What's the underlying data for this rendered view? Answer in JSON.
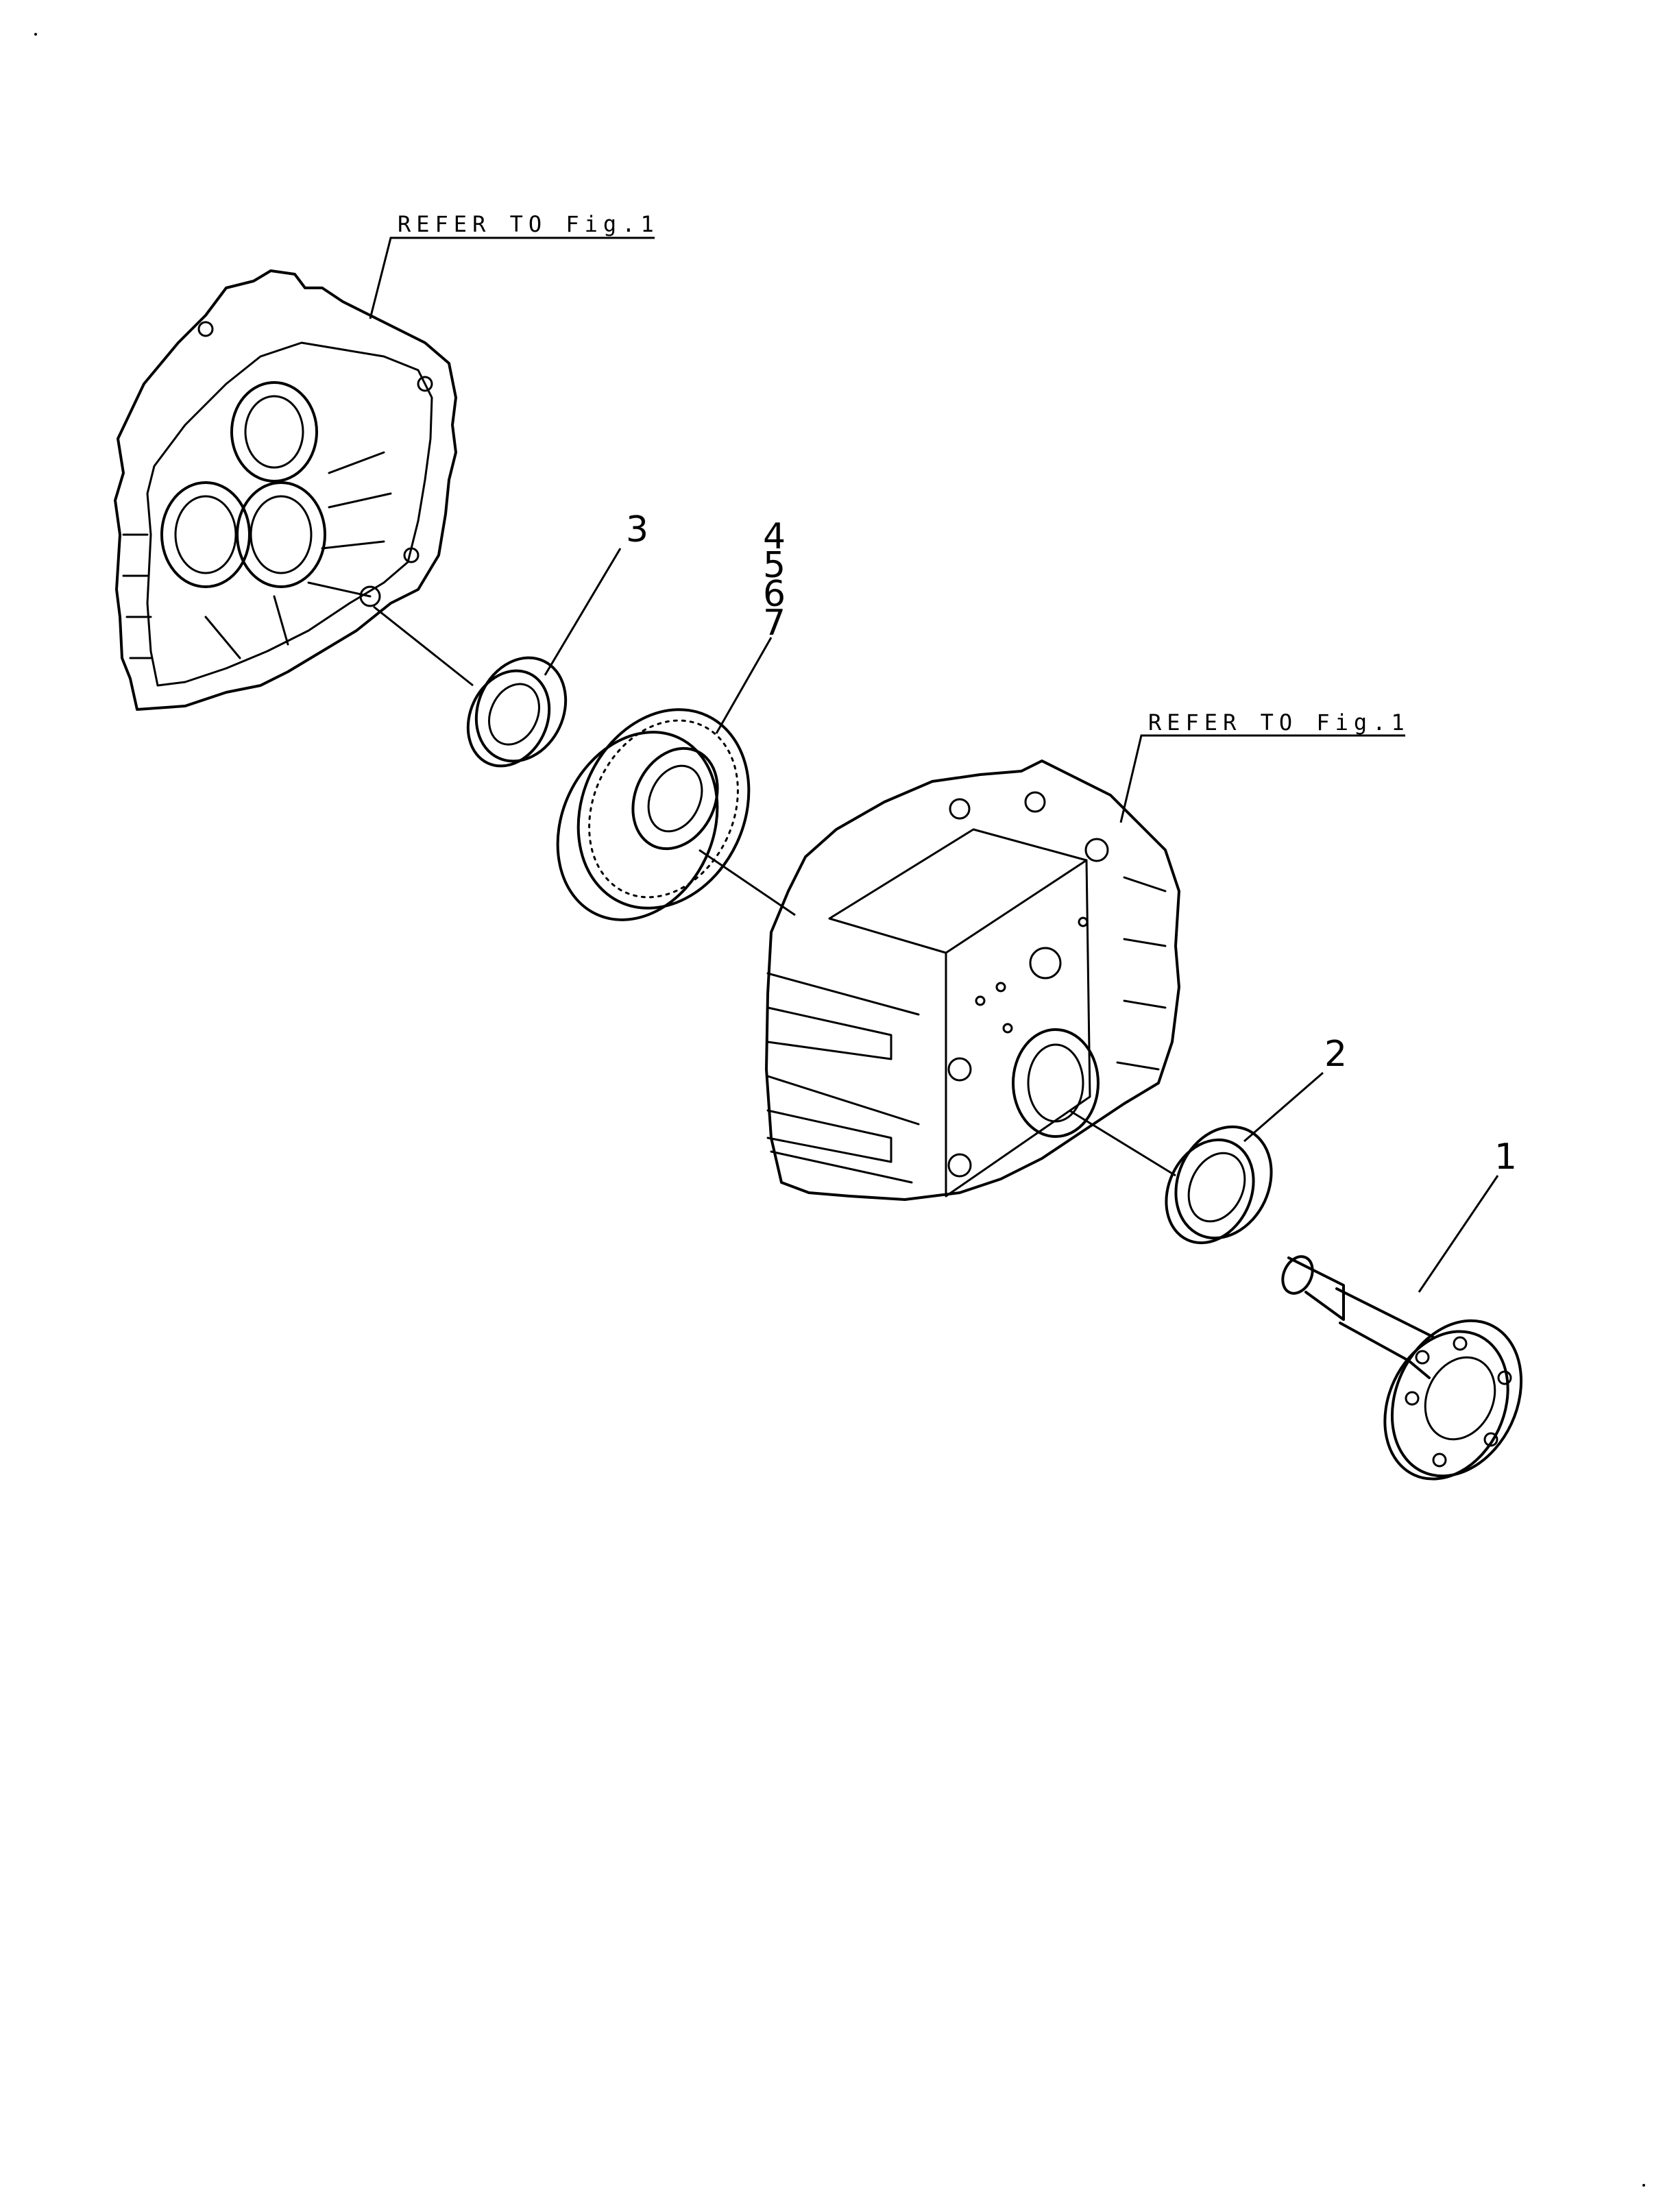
{
  "references": {
    "upper": "REFER TO Fig.1",
    "lower": "REFER TO Fig.1"
  },
  "callouts": {
    "shaft": "1",
    "seal_right": "2",
    "seal_left": "3",
    "gear_stack": [
      "4",
      "5",
      "6",
      "7"
    ]
  }
}
